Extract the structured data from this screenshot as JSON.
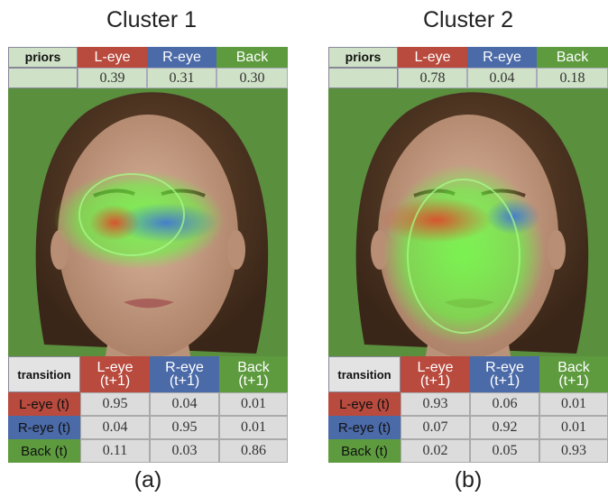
{
  "figure": {
    "title_a": "Cluster 1",
    "title_b": "Cluster 2",
    "caption_a": "(a)",
    "caption_b": "(b)"
  },
  "colors": {
    "l_eye": "#b84a3e",
    "r_eye": "#4b6aa8",
    "back": "#5d9b3e",
    "heat_green": "#5cff3a",
    "heat_red": "#e0452a",
    "heat_blue": "#3e73d6"
  },
  "clusters": [
    {
      "priors": {
        "label": "priors",
        "cols": [
          "L-eye",
          "R-eye",
          "Back"
        ],
        "values": [
          "0.39",
          "0.31",
          "0.30"
        ]
      },
      "transition": {
        "label": "transition",
        "cols": [
          [
            "L-eye",
            "(t+1)"
          ],
          [
            "R-eye",
            "(t+1)"
          ],
          [
            "Back",
            "(t+1)"
          ]
        ],
        "rows": [
          {
            "label": "L-eye (t)",
            "values": [
              "0.95",
              "0.04",
              "0.01"
            ]
          },
          {
            "label": "R-eye (t)",
            "values": [
              "0.04",
              "0.95",
              "0.01"
            ]
          },
          {
            "label": "Back (t)",
            "values": [
              "0.11",
              "0.03",
              "0.86"
            ]
          }
        ]
      }
    },
    {
      "priors": {
        "label": "priors",
        "cols": [
          "L-eye",
          "R-eye",
          "Back"
        ],
        "values": [
          "0.78",
          "0.04",
          "0.18"
        ]
      },
      "transition": {
        "label": "transition",
        "cols": [
          [
            "L-eye",
            "(t+1)"
          ],
          [
            "R-eye",
            "(t+1)"
          ],
          [
            "Back",
            "(t+1)"
          ]
        ],
        "rows": [
          {
            "label": "L-eye (t)",
            "values": [
              "0.93",
              "0.06",
              "0.01"
            ]
          },
          {
            "label": "R-eye (t)",
            "values": [
              "0.07",
              "0.92",
              "0.01"
            ]
          },
          {
            "label": "Back (t)",
            "values": [
              "0.02",
              "0.05",
              "0.93"
            ]
          }
        ]
      }
    }
  ]
}
